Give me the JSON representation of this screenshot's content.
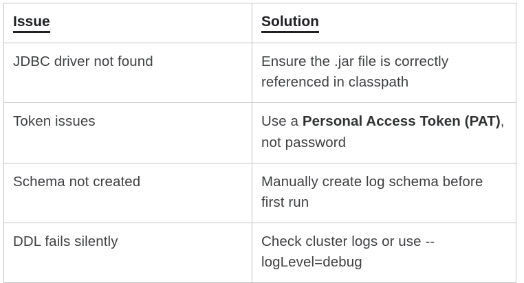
{
  "table": {
    "columns": [
      {
        "key": "issue",
        "label": "Issue"
      },
      {
        "key": "solution",
        "label": "Solution"
      }
    ],
    "rows": [
      {
        "issue": "JDBC driver not found",
        "solution": "Ensure the .jar file is correctly referenced in classpath",
        "solution_segments": [
          {
            "text": "Ensure the .jar file is correctly referenced in classpath",
            "bold": false
          }
        ]
      },
      {
        "issue": "Token issues",
        "solution": "Use a Personal Access Token (PAT), not password",
        "solution_segments": [
          {
            "text": "Use a ",
            "bold": false
          },
          {
            "text": "Personal Access Token (PAT)",
            "bold": true
          },
          {
            "text": ", not password",
            "bold": false
          }
        ]
      },
      {
        "issue": "Schema not created",
        "solution": "Manually create log schema before first run",
        "solution_segments": [
          {
            "text": "Manually create log schema before first run",
            "bold": false
          }
        ]
      },
      {
        "issue": "DDL fails silently",
        "solution": "Check cluster logs or use --logLevel=debug",
        "solution_segments": [
          {
            "text": "Check cluster logs or use --logLevel=debug",
            "bold": false
          }
        ]
      }
    ]
  },
  "style": {
    "border_color": "#c3c3c3",
    "header_text_color": "#202124",
    "body_text_color": "#3f4043",
    "background_color": "#ffffff"
  }
}
